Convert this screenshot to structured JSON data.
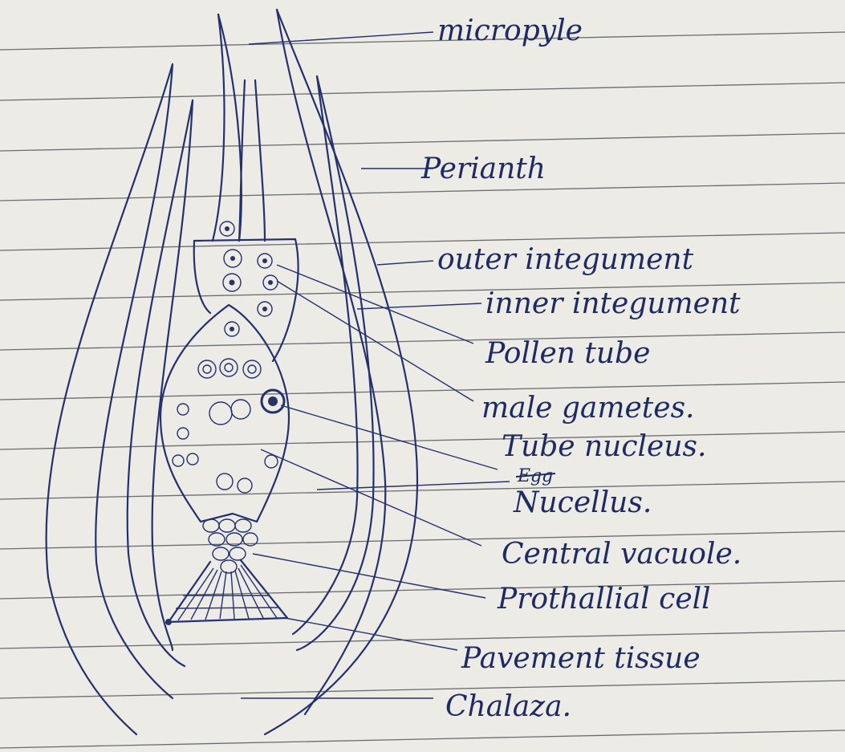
{
  "diagram": {
    "labels": [
      {
        "id": "micropyle",
        "text": "micropyle"
      },
      {
        "id": "perianth",
        "text": "Perianth"
      },
      {
        "id": "outer-integument",
        "text": "outer integument"
      },
      {
        "id": "inner-integument",
        "text": "inner integument"
      },
      {
        "id": "pollen-tube",
        "text": "Pollen tube"
      },
      {
        "id": "male-gametes",
        "text": "male gametes."
      },
      {
        "id": "tube-nucleus",
        "text": "Tube nucleus."
      },
      {
        "id": "egg",
        "text": "Egg"
      },
      {
        "id": "nucellus",
        "text": "Nucellus."
      },
      {
        "id": "central-vacuole",
        "text": "Central vacuole."
      },
      {
        "id": "prothallial-cell",
        "text": "Prothallial cell"
      },
      {
        "id": "pavement-tissue",
        "text": "Pavement tissue"
      },
      {
        "id": "chalaza",
        "text": "Chalaza."
      }
    ]
  },
  "colors": {
    "ink": "#243070",
    "paper": "#ecebe6",
    "rule": "#3f4348"
  }
}
